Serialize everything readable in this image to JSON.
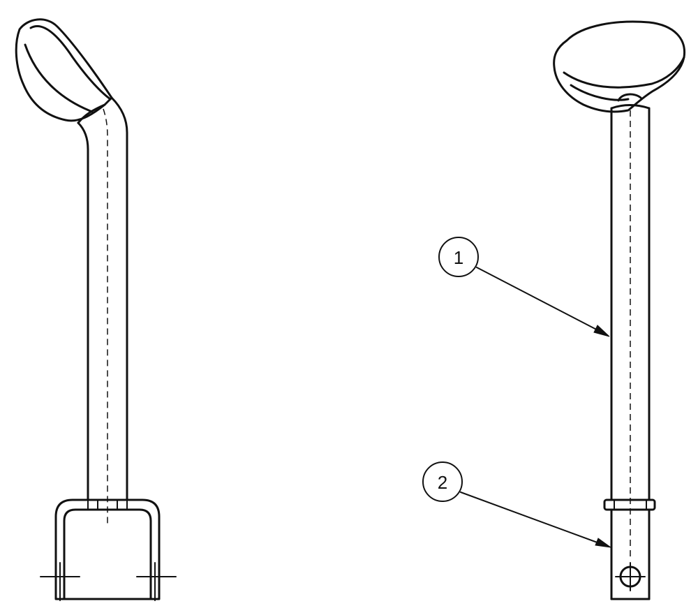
{
  "drawing": {
    "views": [
      "side-view",
      "front-view"
    ],
    "callouts": [
      {
        "id": "callout-1",
        "label": "1"
      },
      {
        "id": "callout-2",
        "label": "2"
      }
    ]
  }
}
